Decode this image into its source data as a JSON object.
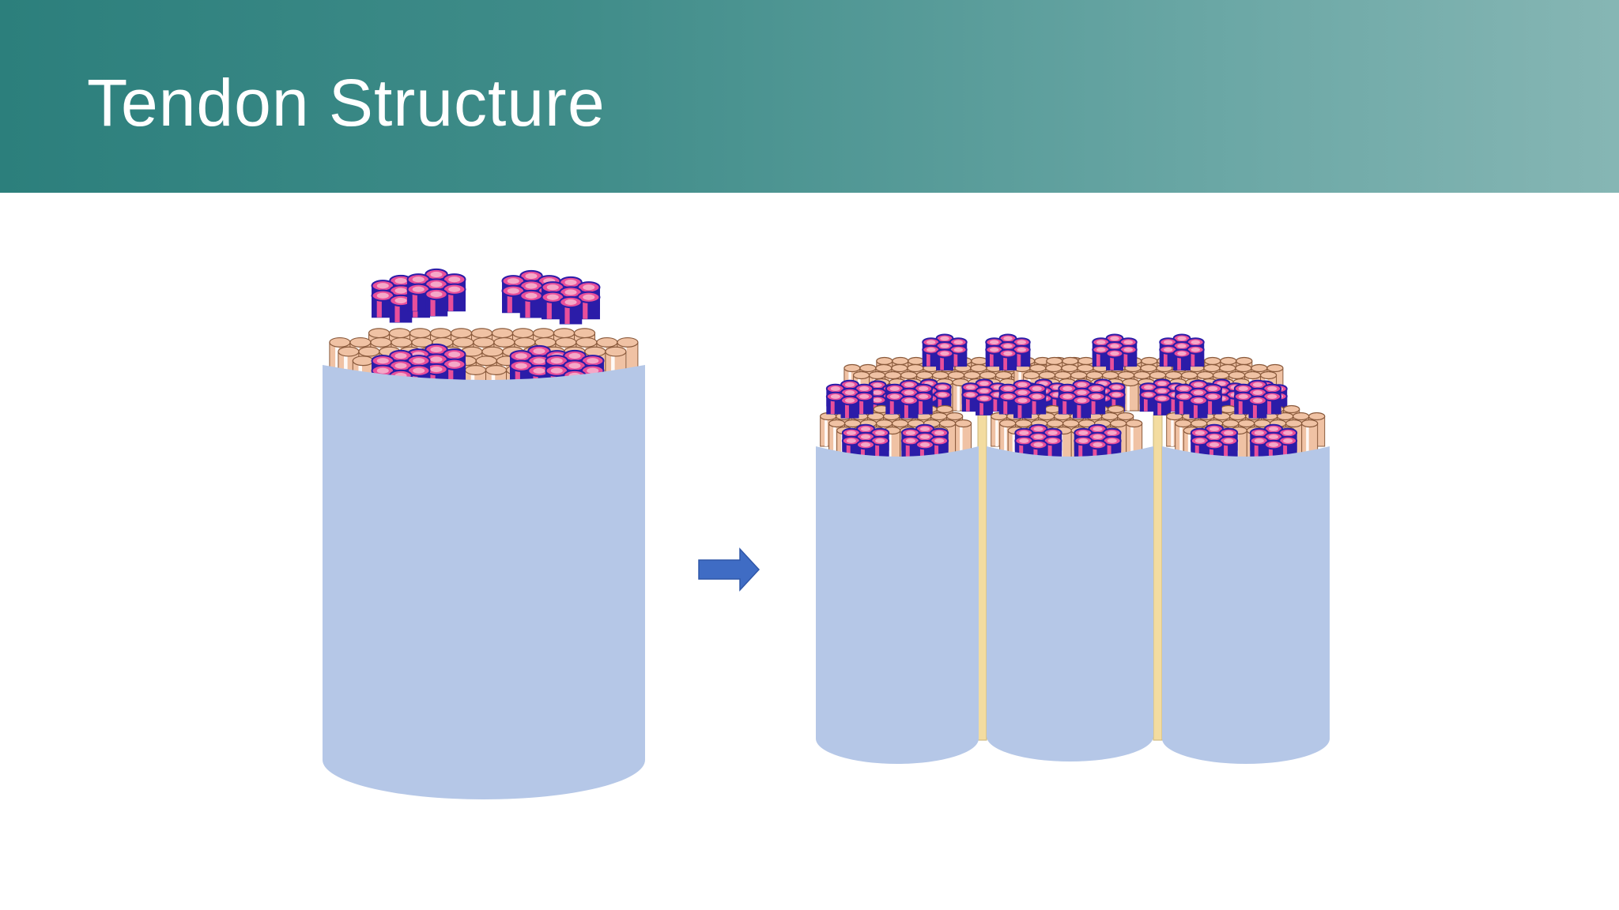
{
  "slide": {
    "title": "Tendon Structure"
  },
  "colors": {
    "banner_start": "#2c7f7c",
    "banner_end": "#86b6b4",
    "title_text": "#ffffff",
    "sheath": "#b5c7e7",
    "fiber_tan": "#f0c2a4",
    "fiber_outline": "#8a5a3c",
    "fibril_pink": "#e94f9a",
    "fibril_core": "#f5a8c8",
    "fibril_outline": "#2b1ca8",
    "septum": "#f3dca0",
    "arrow": "#3f6cc4"
  },
  "diagram": {
    "left": {
      "label": "single-bundle"
    },
    "arrow": {
      "icon": "right-arrow-icon"
    },
    "right": {
      "label": "three-bundles"
    }
  }
}
